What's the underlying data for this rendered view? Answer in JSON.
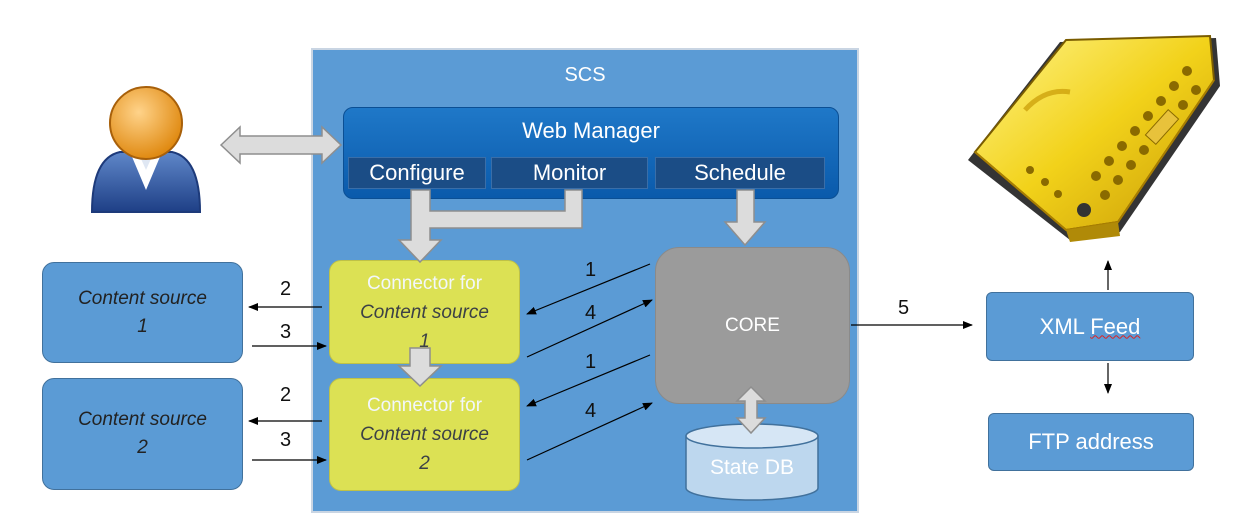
{
  "scs": {
    "title": "SCS"
  },
  "web_manager": {
    "title": "Web Manager",
    "tabs": [
      "Configure",
      "Monitor",
      "Schedule"
    ]
  },
  "content_sources": [
    {
      "line1": "Content source",
      "line2": "1"
    },
    {
      "line1": "Content source",
      "line2": "2"
    }
  ],
  "connectors": [
    {
      "line1": "Connector for",
      "line2": "Content source",
      "line3": "1"
    },
    {
      "line1": "Connector for",
      "line2": "Content source",
      "line3": "2"
    }
  ],
  "core": {
    "label": "CORE"
  },
  "state_db": {
    "label": "State DB"
  },
  "xml_feed": {
    "label_a": "XML ",
    "label_b": "Feed"
  },
  "ftp": {
    "label": "FTP address"
  },
  "edge_labels": {
    "src1_out": "2",
    "src1_in": "3",
    "src2_out": "2",
    "src2_in": "3",
    "core_to_c1": "1",
    "c1_to_core": "4",
    "core_to_c2": "1",
    "c2_to_core": "4",
    "core_to_feed": "5"
  },
  "colors": {
    "blue_box": "#5b9bd5",
    "web_manager": "#0a5aab",
    "connector": "#e8e74a",
    "core": "#9b9b9b",
    "state_db": "#bdd7ee"
  }
}
